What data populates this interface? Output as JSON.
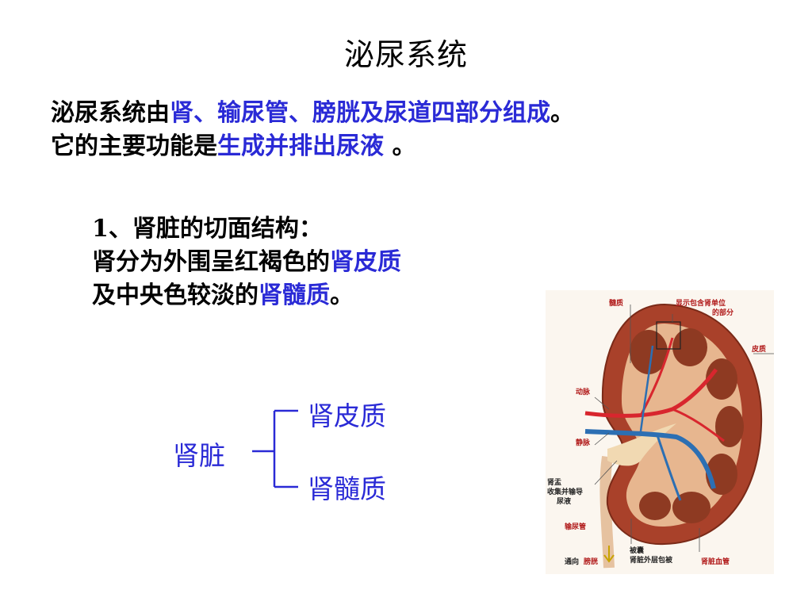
{
  "title": "泌尿系统",
  "intro": {
    "line1_prefix": "泌尿系统由",
    "line1_highlight": "肾、输尿管、膀胱及尿道四部分组成",
    "line1_suffix": "。",
    "line2_prefix": "它的主要功能是",
    "line2_highlight": "生成并排出尿液",
    "line2_suffix": " 。"
  },
  "section": {
    "heading": "1、肾脏的切面结构：",
    "line1_prefix": "肾分为外围呈红褐色的",
    "line1_highlight": "肾皮质",
    "line2_prefix": "及中央色较淡的",
    "line2_highlight": "肾髓质",
    "line2_suffix": "。"
  },
  "tree": {
    "root": "肾脏",
    "children": [
      "肾皮质",
      "肾髓质"
    ]
  },
  "kidney_labels": {
    "medulla": "髓质",
    "nephron_1": "显示包含肾单位",
    "nephron_2": "的部分",
    "cortex": "皮质",
    "artery": "动脉",
    "vein": "静脉",
    "pelvis_1": "肾盂",
    "pelvis_2": "收集并输导",
    "pelvis_3": "尿液",
    "ureter": "输尿管",
    "capsule_1": "被囊",
    "capsule_2": "肾脏外层包被",
    "to_prefix": "通向",
    "to_bladder": "膀胱",
    "renal_vessel": "肾脏血管"
  },
  "colors": {
    "highlight": "#2a2ad6",
    "label_red": "#b11a1a",
    "cortex": "#a9412a",
    "medulla_pyramid": "#8e3a22",
    "artery": "#d8262e",
    "vein": "#2c6fb3"
  }
}
